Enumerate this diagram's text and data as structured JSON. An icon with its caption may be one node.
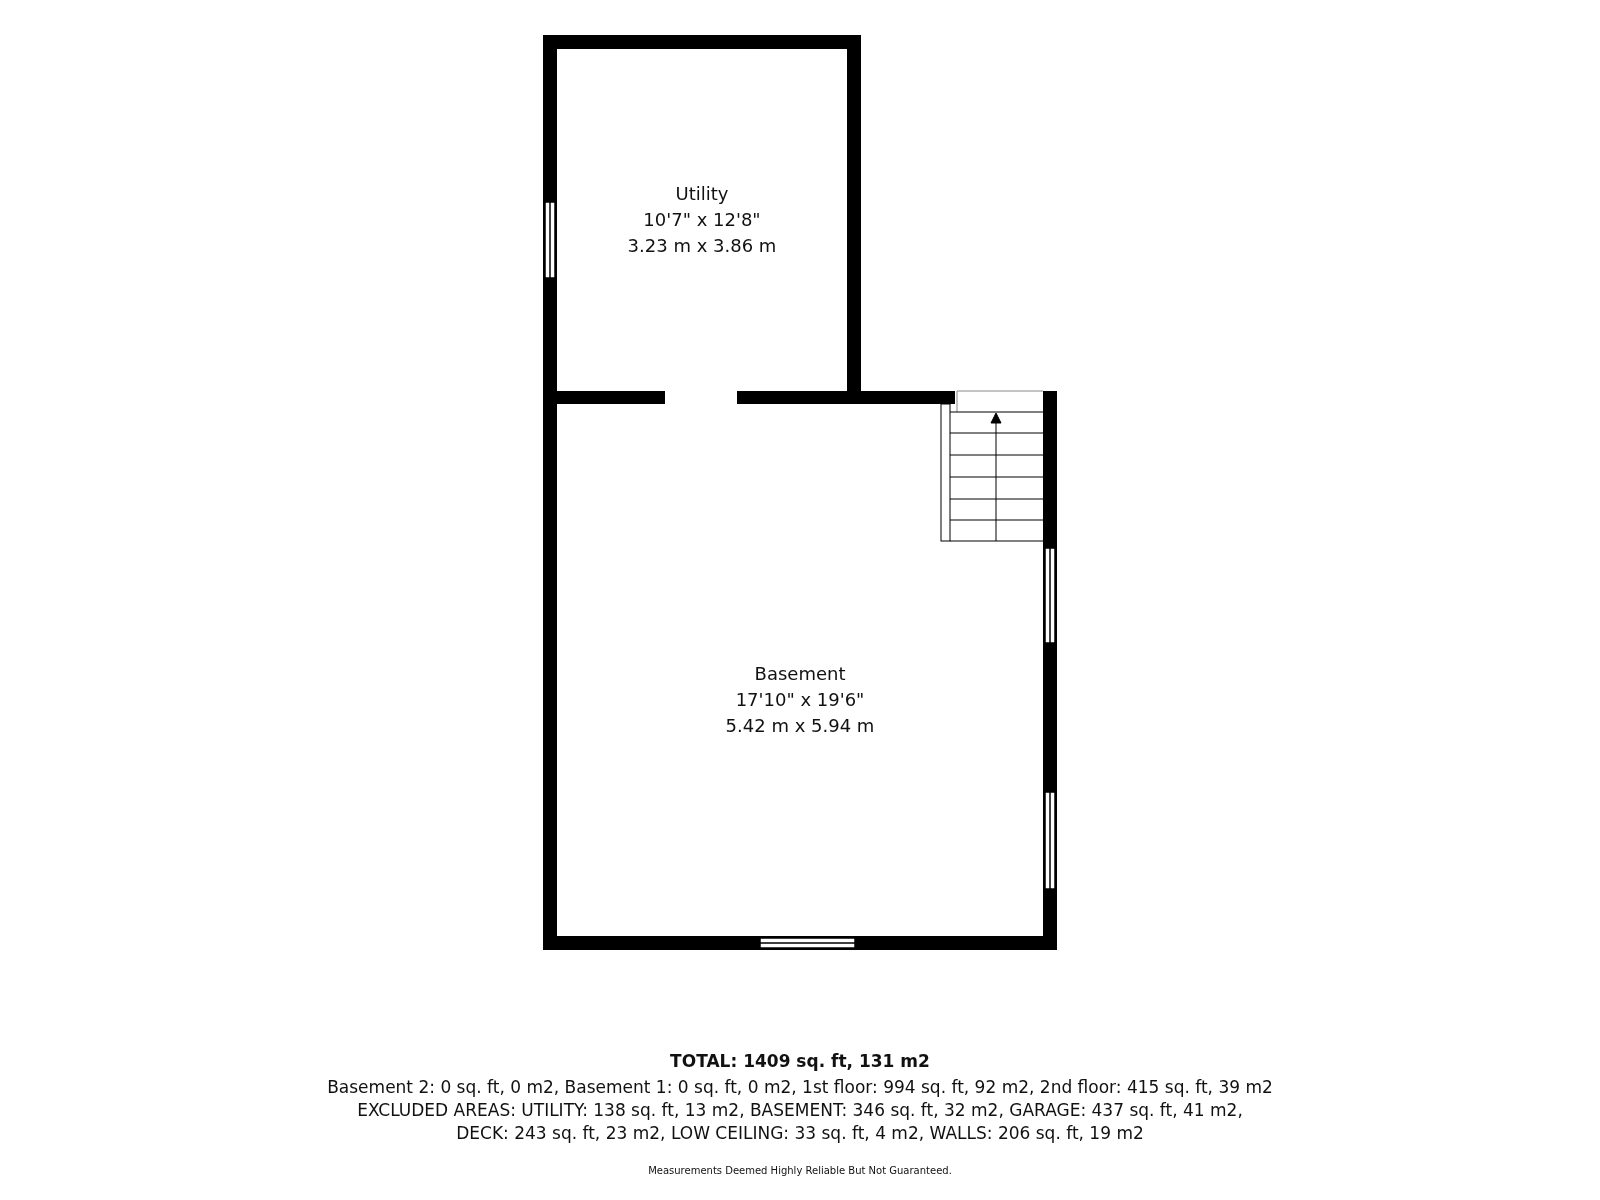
{
  "diagram": {
    "nodes": [
      {
        "text": [
          "Utility",
          "10'7\" x 12'8\"",
          "3.23 m x 3.86 m"
        ]
      },
      {
        "text": [
          "Basement",
          "17'10\" x 19'6\"",
          "5.42 m x 5.94 m"
        ]
      }
    ],
    "labels": [
      "TOTAL: 1409 sq. ft, 131 m2",
      "Basement 2: 0 sq. ft, 0 m2, Basement 1: 0 sq. ft, 0 m2, 1st floor: 994 sq. ft, 92 m2, 2nd floor: 415 sq. ft, 39 m2",
      "EXCLUDED AREAS: UTILITY: 138 sq. ft, 13 m2, BASEMENT: 346 sq. ft, 32 m2, GARAGE: 437 sq. ft, 41 m2,",
      "DECK: 243 sq. ft, 23 m2, LOW CEILING: 33 sq. ft, 4 m2, WALLS: 206 sq. ft, 19 m2",
      "Measurements Deemed Highly Reliable But Not Guaranteed."
    ]
  }
}
